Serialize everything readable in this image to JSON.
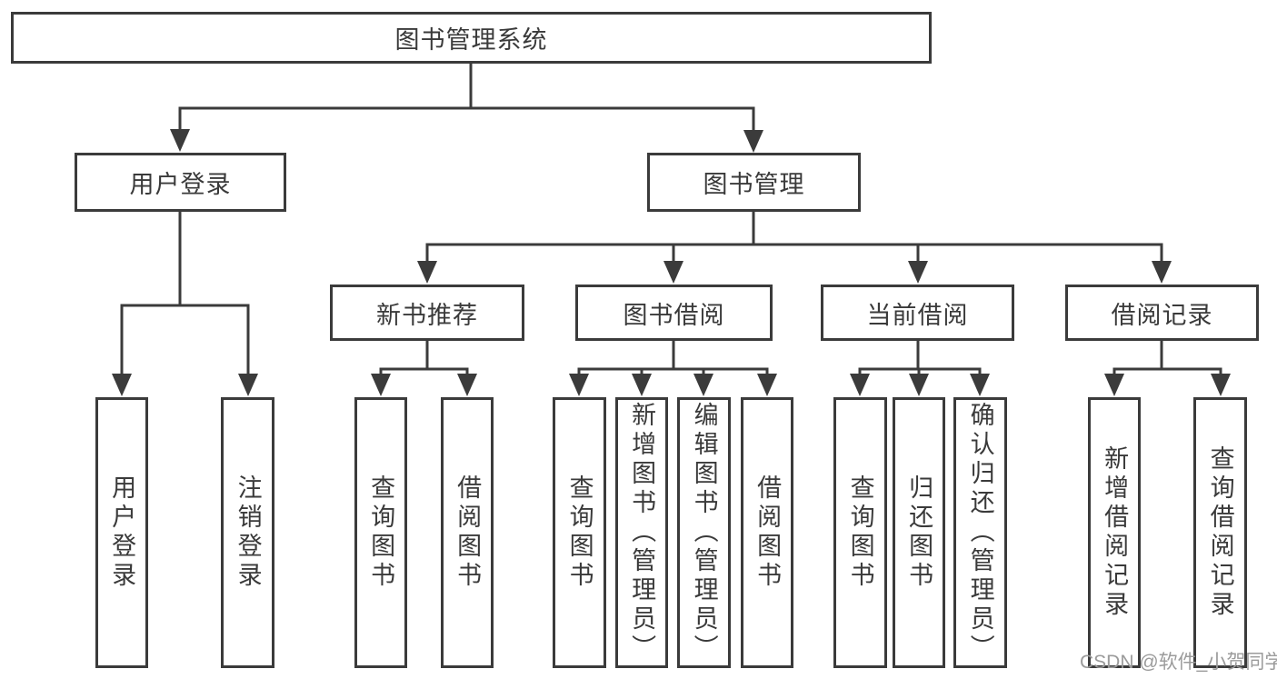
{
  "diagram": {
    "root": {
      "label": "图书管理系统"
    },
    "branches": [
      {
        "label": "用户登录",
        "children": [
          "用户登录",
          "注销登录"
        ]
      },
      {
        "label": "图书管理"
      }
    ],
    "sections": [
      {
        "label": "新书推荐",
        "children": [
          "查询图书",
          "借阅图书"
        ]
      },
      {
        "label": "图书借阅",
        "children": [
          "查询图书",
          "新增图书（管理员）",
          "编辑图书（管理员）",
          "借阅图书"
        ]
      },
      {
        "label": "当前借阅",
        "children": [
          "查询图书",
          "归还图书",
          "确认归还（管理员）"
        ]
      },
      {
        "label": "借阅记录",
        "children": [
          "新增借阅记录",
          "查询借阅记录"
        ]
      }
    ],
    "colors": {
      "line": "#3b3b3b",
      "text": "#3a3a3a",
      "box_background": "#ffffff",
      "watermark": "#9b9b9b"
    }
  },
  "watermark": {
    "text": "CSDN @软件_小贺同学"
  }
}
